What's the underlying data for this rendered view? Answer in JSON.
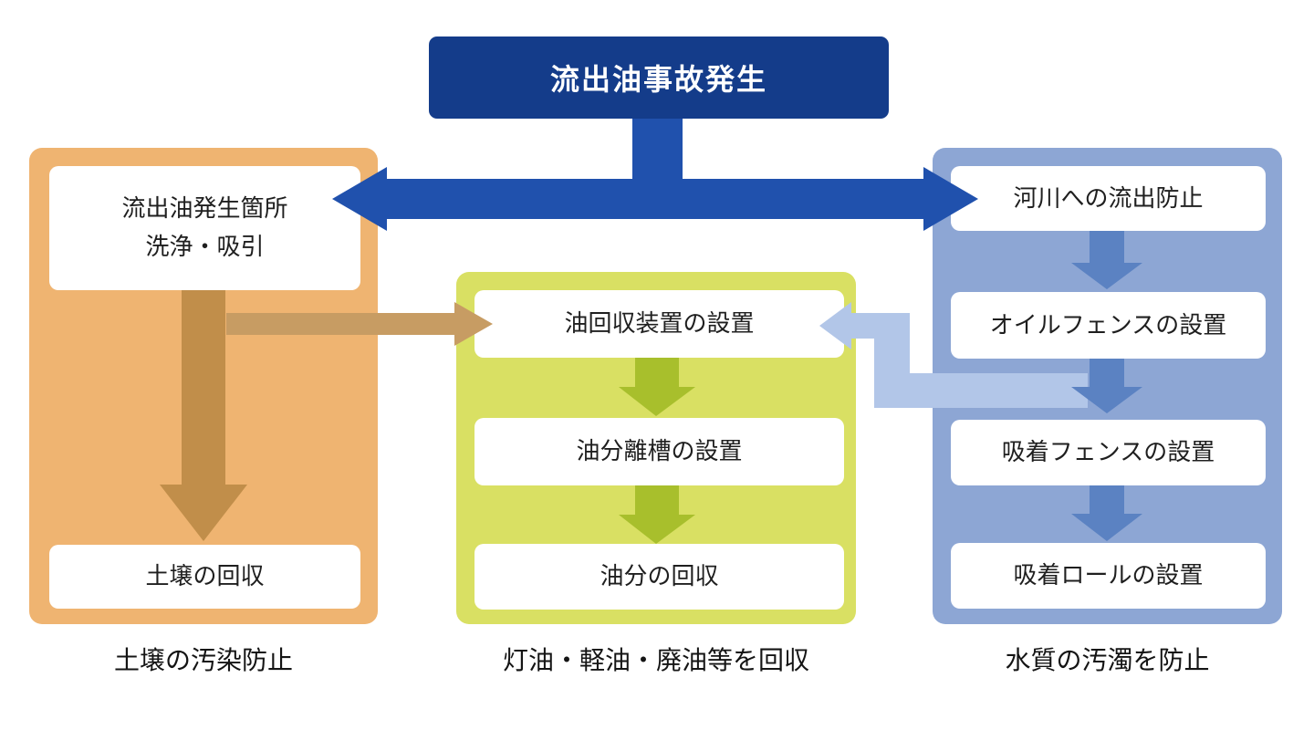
{
  "title_box": {
    "label": "流出油事故発生"
  },
  "colors": {
    "start_navy": "#143c8a",
    "main_arrow_blue": "#2051ad",
    "soil_column_bg": "#efb471",
    "soil_arrow": "#c18e4a",
    "soil_to_oil_arrow": "#c79c63",
    "oil_column_bg": "#d9e063",
    "oil_arrow": "#a8bf2c",
    "water_column_bg": "#8da6d4",
    "water_arrow": "#5b82c2",
    "water_to_oil_arrow": "#b2c6e8",
    "node_bg": "#ffffff",
    "text": "#1f1f1f"
  },
  "columns": {
    "soil": {
      "box1_line1": "流出油発生箇所",
      "box1_line2": "洗浄・吸引",
      "box2": "土壌の回収",
      "caption": "土壌の汚染防止"
    },
    "oil": {
      "box1": "油回収装置の設置",
      "box2": "油分離槽の設置",
      "box3": "油分の回収",
      "caption": "灯油・軽油・廃油等を回収"
    },
    "water": {
      "box1": "河川への流出防止",
      "box2": "オイルフェンスの設置",
      "box3": "吸着フェンスの設置",
      "box4": "吸着ロールの設置",
      "caption": "水質の汚濁を防止"
    }
  }
}
